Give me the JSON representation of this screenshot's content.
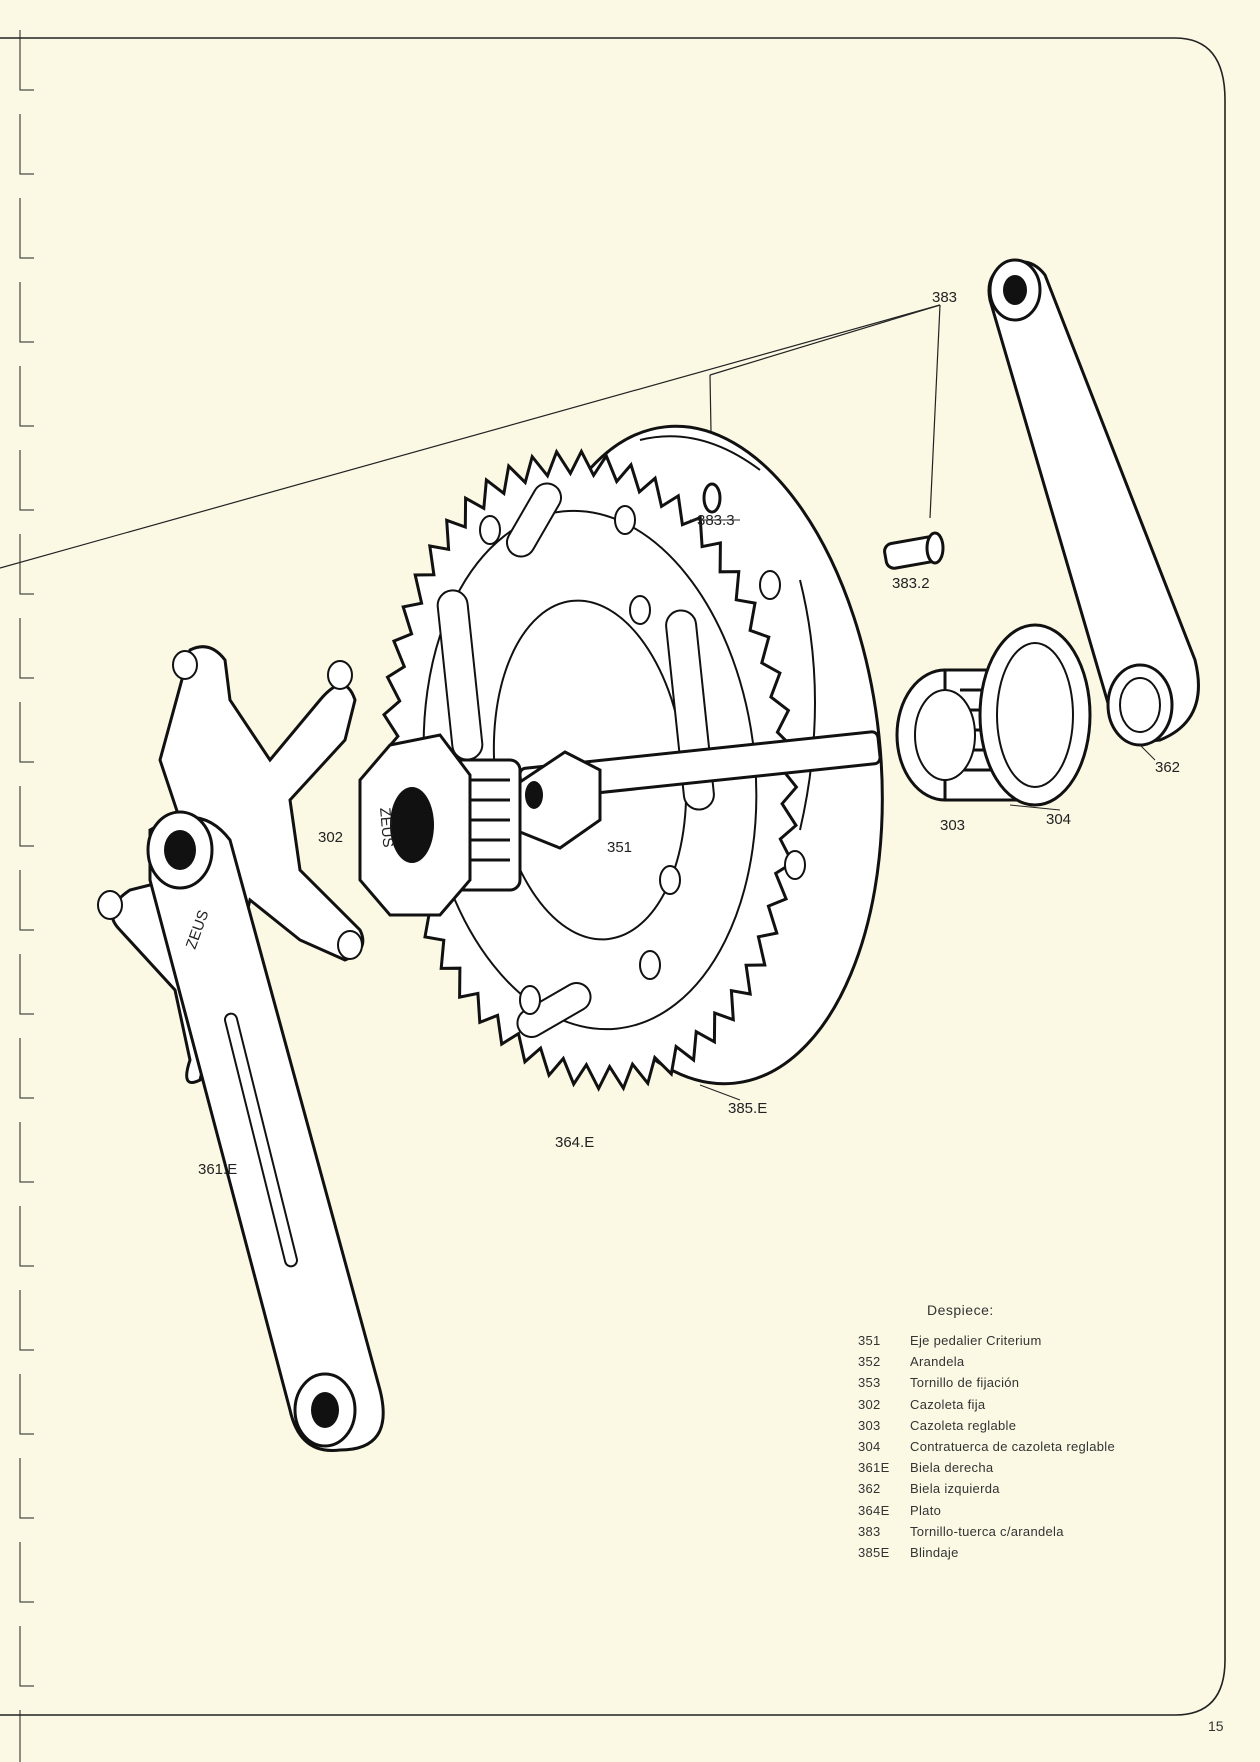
{
  "callouts": {
    "c383": "383",
    "c383_3": "383.3",
    "c383_2": "383.2",
    "c362": "362",
    "c304": "304",
    "c303": "303",
    "c302": "302",
    "c351": "351",
    "c385E": "385.E",
    "c364E": "364.E",
    "c361E": "361.E",
    "brand_front": "ZEUS",
    "brand_arm": "ZEUS"
  },
  "legend": {
    "title": "Despiece:",
    "items": [
      {
        "code": "351",
        "desc": "Eje pedalier Criterium"
      },
      {
        "code": "352",
        "desc": "Arandela"
      },
      {
        "code": "353",
        "desc": "Tornillo de fijación"
      },
      {
        "code": "302",
        "desc": "Cazoleta fija"
      },
      {
        "code": "303",
        "desc": "Cazoleta reglable"
      },
      {
        "code": "304",
        "desc": "Contratuerca de cazoleta reglable"
      },
      {
        "code": "361E",
        "desc": "Biela derecha"
      },
      {
        "code": "362",
        "desc": "Biela izquierda"
      },
      {
        "code": "364E",
        "desc": "Plato"
      },
      {
        "code": "383",
        "desc": "Tornillo-tuerca c/arandela"
      },
      {
        "code": "385E",
        "desc": "Blindaje"
      }
    ]
  },
  "page_number": "15"
}
